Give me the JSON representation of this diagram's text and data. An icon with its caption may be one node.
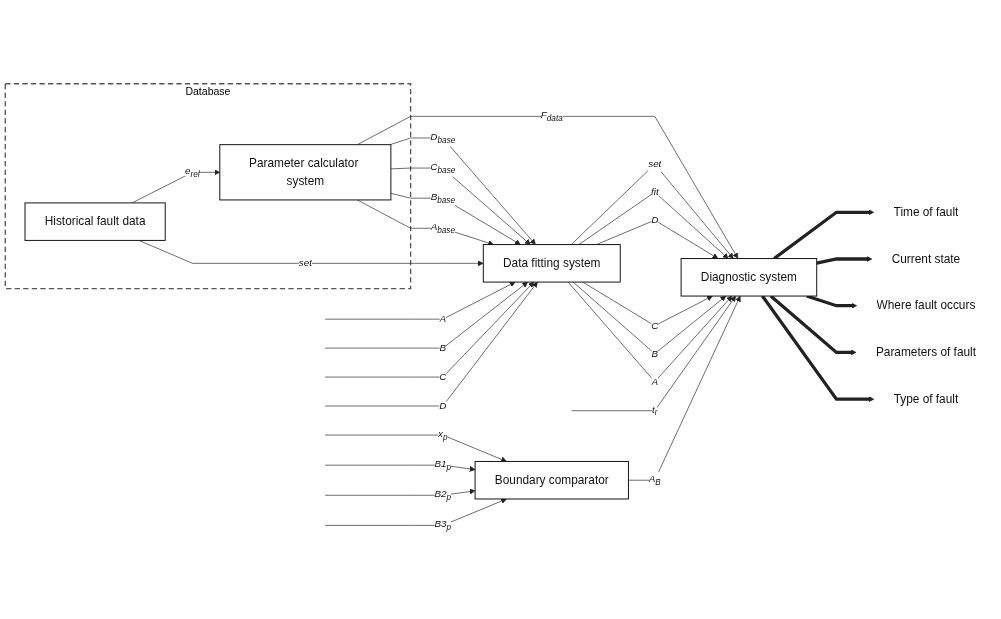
{
  "diagram": {
    "nodes": [
      {
        "text": [
          "Database"
        ]
      },
      {
        "text": [
          "Historical fault data"
        ],
        "in": 0
      },
      {
        "text": [
          "Parameter calculator system"
        ],
        "in": 0
      },
      {
        "text": [
          "Data fitting system"
        ]
      },
      {
        "text": [
          "Diagnostic system"
        ]
      },
      {
        "text": [
          "Boundary comparator"
        ]
      },
      {
        "text": [
          "Type of fault"
        ]
      },
      {
        "text": [
          "Parameters of fault"
        ]
      },
      {
        "text": [
          "Where fault occurs"
        ]
      },
      {
        "text": [
          "Current state"
        ]
      },
      {
        "text": [
          "Time of fault"
        ]
      }
    ],
    "edges": [
      {
        "from": 1,
        "to": 3,
        "arrow": "to",
        "label": "set"
      },
      {
        "from": 1,
        "to": 2,
        "arrow": "to",
        "label": "e$_{ref}$"
      },
      {
        "from": 2,
        "to": 3,
        "arrow": "to",
        "label": "A$_{base}$"
      },
      {
        "from": 2,
        "to": 3,
        "arrow": "to",
        "label": "B$_{base}$"
      },
      {
        "from": 2,
        "to": 3,
        "arrow": "to",
        "label": "C$_{base}$"
      },
      {
        "from": 2,
        "to": 3,
        "arrow": "to",
        "label": "D$_{base}$"
      },
      {
        "from": null,
        "to": 3,
        "arrow": "to",
        "label": "A"
      },
      {
        "from": null,
        "to": 3,
        "arrow": "to",
        "label": "B"
      },
      {
        "from": null,
        "to": 3,
        "arrow": "to",
        "label": "C"
      },
      {
        "from": null,
        "to": 3,
        "arrow": "to",
        "label": "D"
      },
      {
        "from": 3,
        "to": 4,
        "arrow": "to",
        "label": "A"
      },
      {
        "from": 3,
        "to": 4,
        "arrow": "to",
        "label": "B"
      },
      {
        "from": 3,
        "to": 4,
        "arrow": "to",
        "label": "C"
      },
      {
        "from": 3,
        "to": 4,
        "arrow": "to",
        "label": "D"
      },
      {
        "from": 3,
        "to": 4,
        "arrow": "to",
        "label": "fit"
      },
      {
        "from": 3,
        "to": 4,
        "arrow": "to",
        "label": "set"
      },
      {
        "from": null,
        "to": 4,
        "arrow": "to",
        "label": "t$_{r}$"
      },
      {
        "from": 2,
        "to": 4,
        "arrow": "to",
        "label": "F$_{data}$"
      },
      {
        "from": null,
        "to": 5,
        "arrow": "to",
        "label": "x$_{p}$"
      },
      {
        "from": null,
        "to": 5,
        "arrow": "to",
        "label": "B1$_{p}$"
      },
      {
        "from": null,
        "to": 5,
        "arrow": "to",
        "label": "B2$_{p}$"
      },
      {
        "from": null,
        "to": 5,
        "arrow": "to",
        "label": "B3$_{p}$"
      },
      {
        "from": 5,
        "to": 4,
        "arrow": "to",
        "label": "A$_{B}$"
      },
      {
        "from": 4,
        "to": 6,
        "arrow": "to",
        "style": "thick"
      },
      {
        "from": 4,
        "to": 7,
        "arrow": "to",
        "style": "thick"
      },
      {
        "from": 4,
        "to": 8,
        "arrow": "to",
        "style": "thick"
      },
      {
        "from": 4,
        "to": 9,
        "arrow": "to",
        "style": "thick"
      },
      {
        "from": 4,
        "to": 10,
        "arrow": "to",
        "style": "thick"
      }
    ]
  }
}
